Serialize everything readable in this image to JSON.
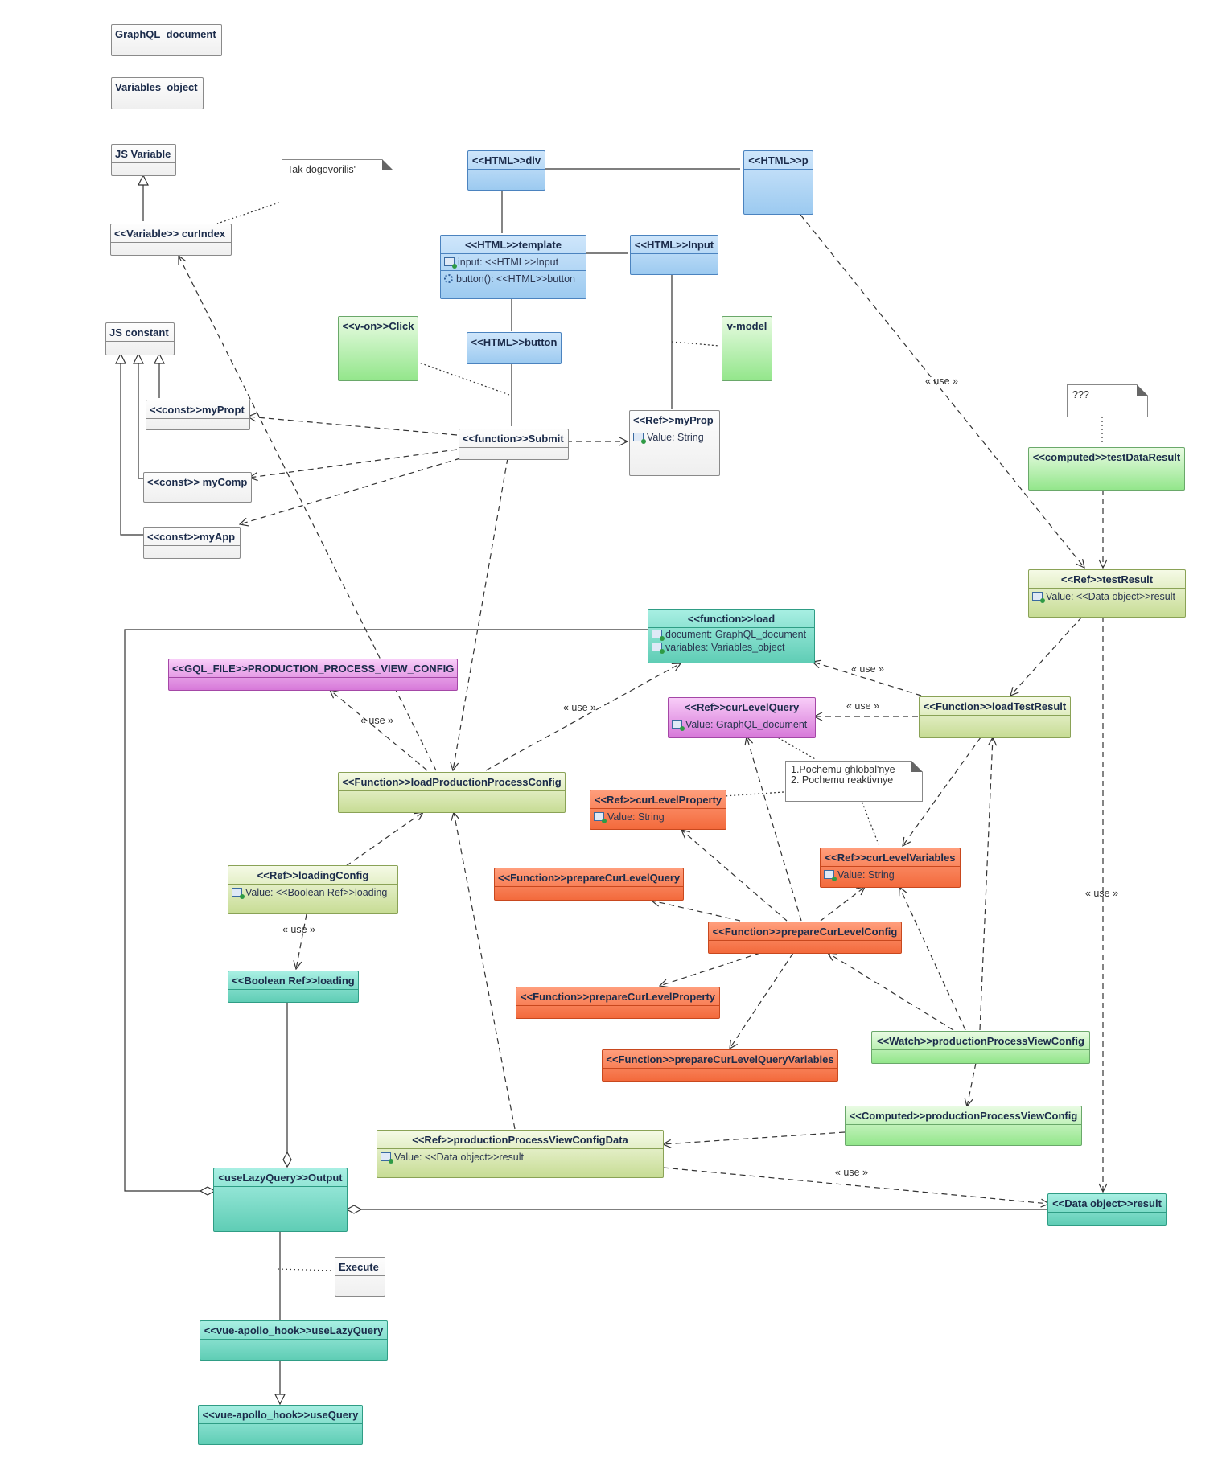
{
  "boxes": {
    "graphql_document": {
      "title": "GraphQL_document"
    },
    "variables_object": {
      "title": "Variables_object"
    },
    "js_variable": {
      "title": "JS Variable"
    },
    "variable_curindex": {
      "title": "<<Variable>> curIndex"
    },
    "js_constant": {
      "title": "JS constant"
    },
    "const_mypropt": {
      "title": "<<const>>myPropt"
    },
    "const_mycomp": {
      "title": "<<const>> myComp"
    },
    "const_myapp": {
      "title": "<<const>>myApp"
    },
    "html_div": {
      "title": "<<HTML>>div"
    },
    "html_p": {
      "title": "<<HTML>>p"
    },
    "html_template": {
      "title": "<<HTML>>template",
      "attr1": "input: <<HTML>>Input",
      "attr2": "button(): <<HTML>>button"
    },
    "html_input": {
      "title": "<<HTML>>Input"
    },
    "html_button": {
      "title": "<<HTML>>button"
    },
    "v_on_click": {
      "title": "<<v-on>>Click"
    },
    "v_model": {
      "title": "v-model"
    },
    "function_submit": {
      "title": "<<function>>Submit"
    },
    "ref_myprop": {
      "title": "<<Ref>>myProp",
      "attr1": "Value: String"
    },
    "computed_testdataresult": {
      "title": "<<computed>>testDataResult"
    },
    "ref_testresult": {
      "title": "<<Ref>>testResult",
      "attr1": "Value: <<Data object>>result"
    },
    "function_load": {
      "title": "<<function>>load",
      "attr1": "document: GraphQL_document",
      "attr2": "variables: Variables_object"
    },
    "gql_file": {
      "title": "<<GQL_FILE>>PRODUCTION_PROCESS_VIEW_CONFIG"
    },
    "ref_curlevelquery": {
      "title": "<<Ref>>curLevelQuery",
      "attr1": "Value: GraphQL_document"
    },
    "function_loadtestresult": {
      "title": "<<Function>>loadTestResult"
    },
    "function_loadproductionprocessconfig": {
      "title": "<<Function>>loadProductionProcessConfig"
    },
    "ref_curlevelproperty": {
      "title": "<<Ref>>curLevelProperty",
      "attr1": "Value: String"
    },
    "ref_curlevelvariables": {
      "title": "<<Ref>>curLevelVariables",
      "attr1": "Value: String"
    },
    "ref_loadingconfig": {
      "title": "<<Ref>>loadingConfig",
      "attr1": "Value: <<Boolean Ref>>loading"
    },
    "function_preparecurlevelquery": {
      "title": "<<Function>>prepareCurLevelQuery"
    },
    "function_preparecurlevelconfig": {
      "title": "<<Function>>prepareCurLevelConfig"
    },
    "boolean_ref_loading": {
      "title": "<<Boolean Ref>>loading"
    },
    "function_preparecurlevelproperty": {
      "title": "<<Function>>prepareCurLevelProperty"
    },
    "function_preparecurlevelqueryvariables": {
      "title": "<<Function>>prepareCurLevelQueryVariables"
    },
    "watch_productionprocessviewconfig": {
      "title": "<<Watch>>productionProcessViewConfig"
    },
    "computed_productionprocessviewconfig": {
      "title": "<<Computed>>productionProcessViewConfig"
    },
    "ref_productionprocessviewconfigdata": {
      "title": "<<Ref>>productionProcessViewConfigData",
      "attr1": "Value: <<Data object>>result"
    },
    "uselazyquery_output": {
      "title": "<useLazyQuery>>Output"
    },
    "data_object_result": {
      "title": "<<Data object>>result"
    },
    "execute": {
      "title": "Execute"
    },
    "vue_apollo_uselazyquery": {
      "title": "<<vue-apollo_hook>>useLazyQuery"
    },
    "vue_apollo_usequery": {
      "title": "<<vue-apollo_hook>>useQuery"
    }
  },
  "notes": {
    "tak": "Tak dogovorilis'",
    "qqq": "???",
    "pochemu_line1": "1.Pochemu ghlobal'nye",
    "pochemu_line2": "2. Pochemu reaktivnye"
  },
  "labels": {
    "use": "« use »"
  },
  "colors": {
    "line": "#333333",
    "blue": "#9ccaf0",
    "green": "#93e68b",
    "olive": "#c7dc94",
    "magenta": "#d779d9",
    "orange": "#f36a3c",
    "teal": "#5fcdb5"
  }
}
